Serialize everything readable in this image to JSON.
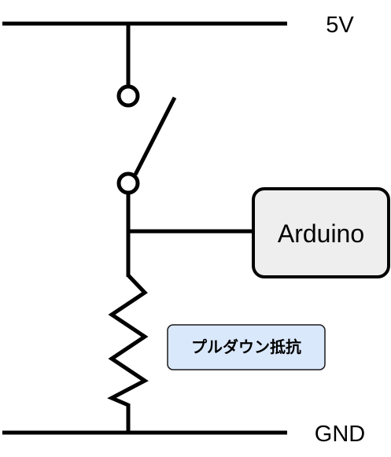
{
  "diagram": {
    "top_rail_label": "5V",
    "bottom_rail_label": "GND",
    "arduino_label": "Arduino",
    "resistor_label": "プルダウン抵抗"
  },
  "colors": {
    "wire": "#000000",
    "arduino_fill": "#eeeeee",
    "note_fill": "#dae8fc"
  }
}
